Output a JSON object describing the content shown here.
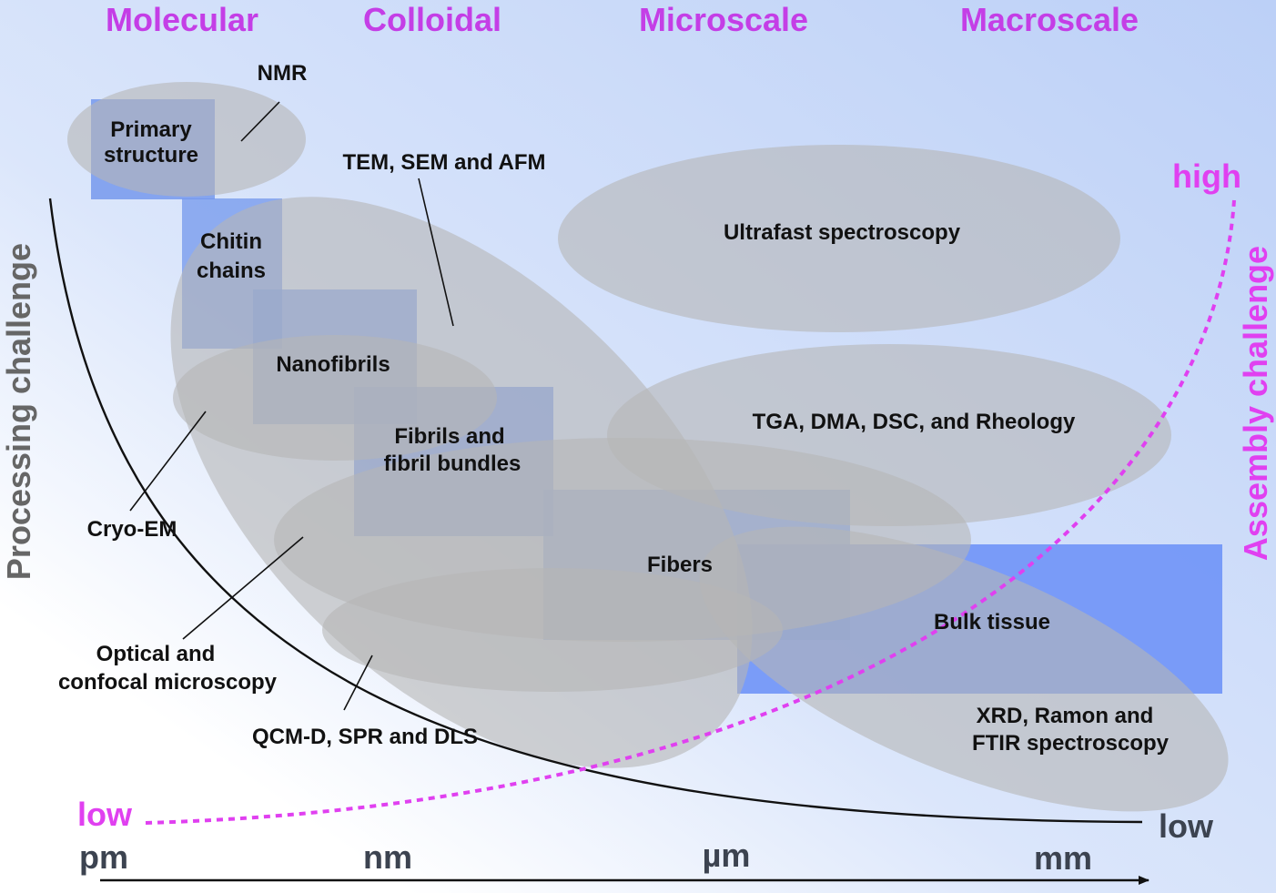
{
  "scale_headers": {
    "molecular": "Molecular",
    "colloidal": "Colloidal",
    "microscale": "Microscale",
    "macroscale": "Macroscale"
  },
  "hierarchy_levels": {
    "primary_structure": [
      "Primary",
      "structure"
    ],
    "chitin_chains": [
      "Chitin",
      "chains"
    ],
    "nanofibrils": "Nanofibrils",
    "fibrils": [
      "Fibrils and",
      "fibril bundles"
    ],
    "fibers": "Fibers",
    "bulk_tissue": "Bulk tissue"
  },
  "techniques": {
    "nmr": "NMR",
    "tem_sem_afm": "TEM, SEM and AFM",
    "ultrafast": "Ultrafast spectroscopy",
    "tga": "TGA, DMA, DSC, and Rheology",
    "cryo_em": "Cryo-EM",
    "optical": [
      "Optical and",
      "confocal microscopy"
    ],
    "qcmd": "QCM-D, SPR and DLS",
    "xrd": [
      "XRD, Ramon and",
      "FTIR spectroscopy"
    ]
  },
  "axes": {
    "processing_label": "Processing challenge",
    "assembly_label": "Assembly challenge",
    "assembly_high": "high",
    "assembly_low": "low",
    "processing_low": "low",
    "scale_ticks": {
      "pm": "pm",
      "nm": "nm",
      "um": "µm",
      "mm": "mm"
    }
  },
  "colors": {
    "header_magenta": "#c43ee6",
    "assembly_magenta": "#e040f0",
    "scale_dark": "#3c4350",
    "box_blue": "#6f94ec",
    "bulk_blue": "#6f93f7",
    "ellipse_gray": "#b6b6b6",
    "background_blue": "#c4d6f8"
  }
}
